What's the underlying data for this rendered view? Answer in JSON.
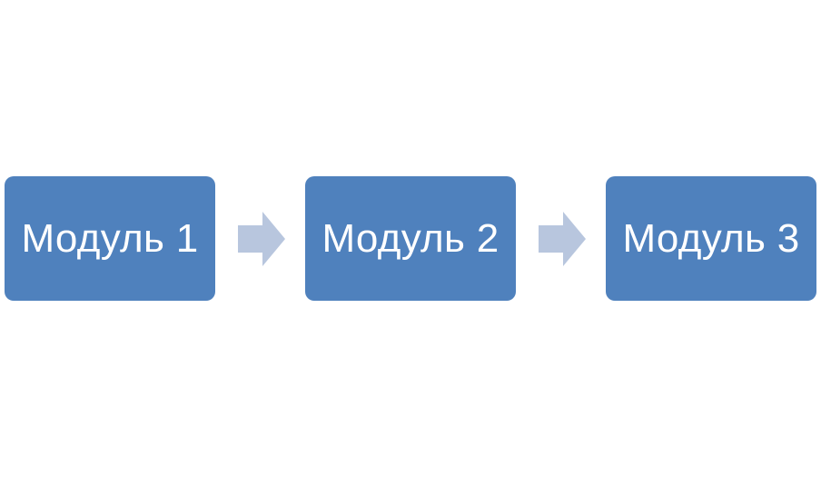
{
  "modules": [
    {
      "label": "Модуль 1"
    },
    {
      "label": "Модуль 2"
    },
    {
      "label": "Модуль 3"
    }
  ],
  "colors": {
    "box_fill": "#4f81bd",
    "box_text": "#ffffff",
    "arrow_fill": "#b8c6de",
    "background": "#ffffff"
  },
  "connectors": [
    {
      "from": "Модуль 1",
      "to": "Модуль 2",
      "icon": "arrow-right-icon"
    },
    {
      "from": "Модуль 2",
      "to": "Модуль 3",
      "icon": "arrow-right-icon"
    }
  ]
}
